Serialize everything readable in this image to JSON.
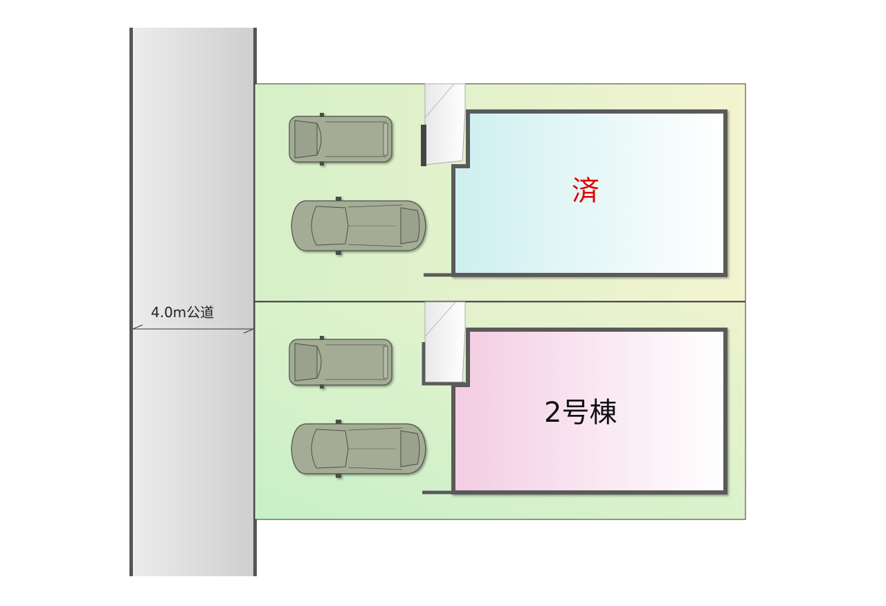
{
  "road": {
    "label": "4.0m公道"
  },
  "lots": [
    {
      "label": "済",
      "label_color": "#e00000",
      "fill_from": "#cdeff0",
      "fill_to": "#ffffff",
      "status": "sold"
    },
    {
      "label": "2号棟",
      "label_color": "#111111",
      "fill_from": "#f3cce2",
      "fill_to": "#ffffff"
    }
  ],
  "parking": {
    "cars_per_lot": 2
  },
  "colors": {
    "road_fill": "#dcdcdc",
    "road_edge": "#555555",
    "lot_fill_a": "#dbf0c4",
    "lot_fill_b": "#f1f3cf",
    "lot_border": "#333333",
    "wall": "#5a5a5a",
    "car_body": "#a4ac96",
    "car_outline": "#4a5044"
  }
}
